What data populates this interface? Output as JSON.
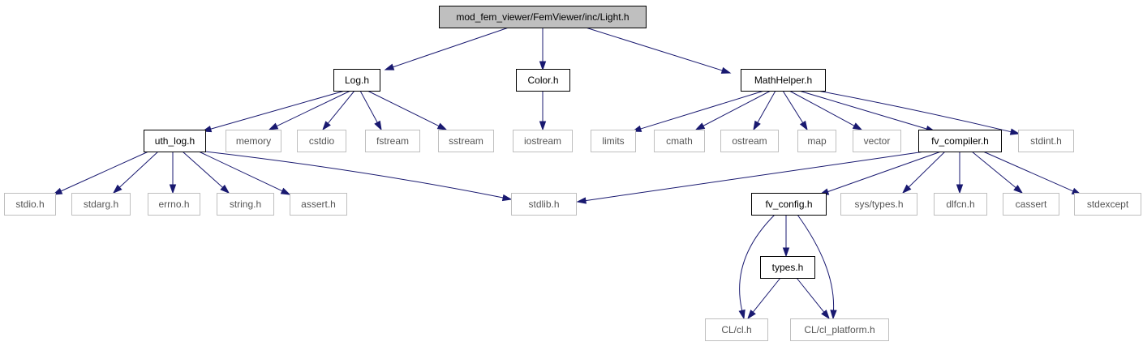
{
  "diagram": {
    "nodes": [
      {
        "id": "light",
        "label": "mod_fem_viewer/FemViewer/inc/Light.h",
        "kind": "root"
      },
      {
        "id": "log",
        "label": "Log.h",
        "kind": "local"
      },
      {
        "id": "color",
        "label": "Color.h",
        "kind": "local"
      },
      {
        "id": "mathhelper",
        "label": "MathHelper.h",
        "kind": "local"
      },
      {
        "id": "uth_log",
        "label": "uth_log.h",
        "kind": "local"
      },
      {
        "id": "memory",
        "label": "memory",
        "kind": "system"
      },
      {
        "id": "cstdio",
        "label": "cstdio",
        "kind": "system"
      },
      {
        "id": "fstream",
        "label": "fstream",
        "kind": "system"
      },
      {
        "id": "sstream",
        "label": "sstream",
        "kind": "system"
      },
      {
        "id": "iostream",
        "label": "iostream",
        "kind": "system"
      },
      {
        "id": "limits",
        "label": "limits",
        "kind": "system"
      },
      {
        "id": "cmath",
        "label": "cmath",
        "kind": "system"
      },
      {
        "id": "ostream",
        "label": "ostream",
        "kind": "system"
      },
      {
        "id": "map",
        "label": "map",
        "kind": "system"
      },
      {
        "id": "vector",
        "label": "vector",
        "kind": "system"
      },
      {
        "id": "fv_compiler",
        "label": "fv_compiler.h",
        "kind": "local"
      },
      {
        "id": "stdint",
        "label": "stdint.h",
        "kind": "system"
      },
      {
        "id": "stdio",
        "label": "stdio.h",
        "kind": "system"
      },
      {
        "id": "stdarg",
        "label": "stdarg.h",
        "kind": "system"
      },
      {
        "id": "errno",
        "label": "errno.h",
        "kind": "system"
      },
      {
        "id": "string",
        "label": "string.h",
        "kind": "system"
      },
      {
        "id": "assert",
        "label": "assert.h",
        "kind": "system"
      },
      {
        "id": "stdlib",
        "label": "stdlib.h",
        "kind": "system"
      },
      {
        "id": "fv_config",
        "label": "fv_config.h",
        "kind": "local"
      },
      {
        "id": "systypes",
        "label": "sys/types.h",
        "kind": "system"
      },
      {
        "id": "dlfcn",
        "label": "dlfcn.h",
        "kind": "system"
      },
      {
        "id": "cassert",
        "label": "cassert",
        "kind": "system"
      },
      {
        "id": "stdexcept",
        "label": "stdexcept",
        "kind": "system"
      },
      {
        "id": "types",
        "label": "types.h",
        "kind": "local"
      },
      {
        "id": "clcl",
        "label": "CL/cl.h",
        "kind": "system"
      },
      {
        "id": "clplatform",
        "label": "CL/cl_platform.h",
        "kind": "system"
      }
    ],
    "edges": [
      {
        "from": "light",
        "to": "log"
      },
      {
        "from": "light",
        "to": "color"
      },
      {
        "from": "light",
        "to": "mathhelper"
      },
      {
        "from": "log",
        "to": "uth_log"
      },
      {
        "from": "log",
        "to": "memory"
      },
      {
        "from": "log",
        "to": "cstdio"
      },
      {
        "from": "log",
        "to": "fstream"
      },
      {
        "from": "log",
        "to": "sstream"
      },
      {
        "from": "color",
        "to": "iostream"
      },
      {
        "from": "mathhelper",
        "to": "limits"
      },
      {
        "from": "mathhelper",
        "to": "cmath"
      },
      {
        "from": "mathhelper",
        "to": "ostream"
      },
      {
        "from": "mathhelper",
        "to": "map"
      },
      {
        "from": "mathhelper",
        "to": "vector"
      },
      {
        "from": "mathhelper",
        "to": "fv_compiler"
      },
      {
        "from": "mathhelper",
        "to": "stdint"
      },
      {
        "from": "uth_log",
        "to": "stdio"
      },
      {
        "from": "uth_log",
        "to": "stdarg"
      },
      {
        "from": "uth_log",
        "to": "errno"
      },
      {
        "from": "uth_log",
        "to": "string"
      },
      {
        "from": "uth_log",
        "to": "assert"
      },
      {
        "from": "uth_log",
        "to": "stdlib"
      },
      {
        "from": "fv_compiler",
        "to": "stdlib"
      },
      {
        "from": "fv_compiler",
        "to": "fv_config"
      },
      {
        "from": "fv_compiler",
        "to": "systypes"
      },
      {
        "from": "fv_compiler",
        "to": "dlfcn"
      },
      {
        "from": "fv_compiler",
        "to": "cassert"
      },
      {
        "from": "fv_compiler",
        "to": "stdexcept"
      },
      {
        "from": "fv_config",
        "to": "types"
      },
      {
        "from": "fv_config",
        "to": "clcl"
      },
      {
        "from": "fv_config",
        "to": "clplatform"
      },
      {
        "from": "types",
        "to": "clcl"
      },
      {
        "from": "types",
        "to": "clplatform"
      }
    ],
    "colors": {
      "edge": "#191970",
      "root_fill": "#bfbfbf",
      "local_border": "#000000",
      "system_border": "#bfbfbf",
      "system_text": "#555555"
    }
  }
}
